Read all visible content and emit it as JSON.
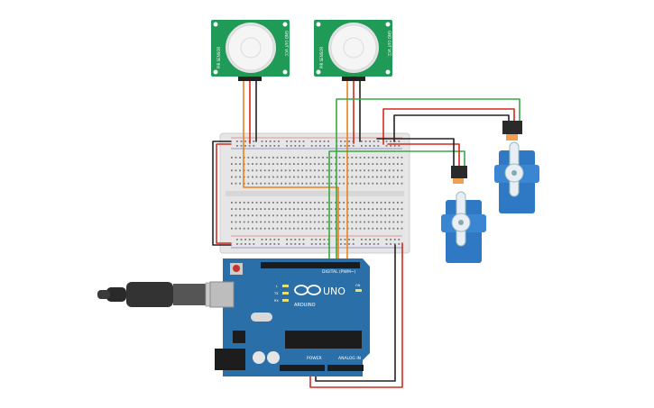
{
  "colors": {
    "background": "#ffffff",
    "pir_board": "#1f9a57",
    "pir_dome": "#f2f2f2",
    "breadboard": "#e9e9e9",
    "arduino": "#2b6fa8",
    "servo_body": "#2f78c4",
    "wire_red": "#d32a1f",
    "wire_black": "#222222",
    "wire_green": "#39a845",
    "wire_orange": "#e8821e",
    "usb_cable": "#3a3a3a"
  },
  "pir_sensors": [
    {
      "side_text": "PIR SENSOR",
      "pin_labels": "GND OUT VCC"
    },
    {
      "side_text": "PIR SENSOR",
      "pin_labels": "GND OUT VCC"
    }
  ],
  "arduino": {
    "model": "UNO",
    "brand": "ARDUINO",
    "digital_label": "DIGITAL (PWM~)",
    "power_label": "POWER",
    "analog_label": "ANALOG IN",
    "led_labels": [
      "L",
      "TX",
      "RX"
    ],
    "on_label": "ON"
  },
  "servos": [
    {
      "icon": "servo-motor-icon"
    },
    {
      "icon": "servo-motor-icon"
    }
  ]
}
